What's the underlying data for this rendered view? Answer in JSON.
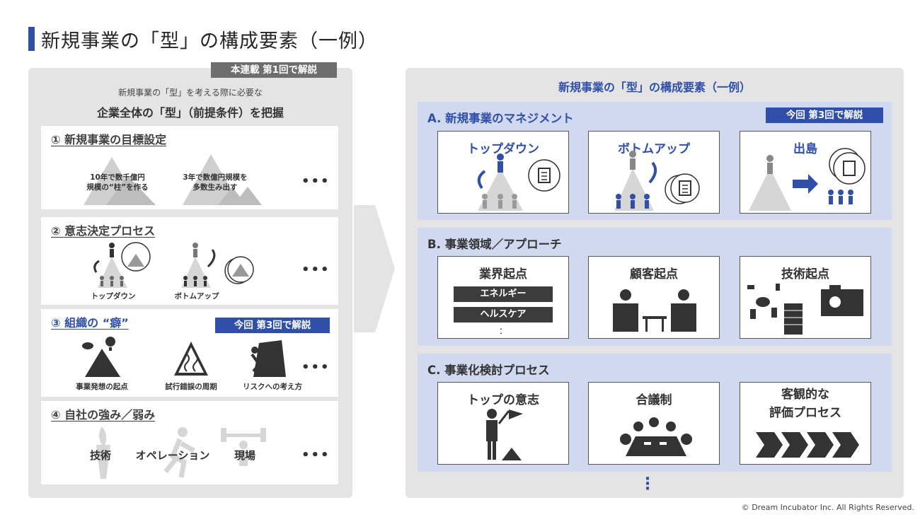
{
  "page": {
    "title": "新規事業の「型」の構成要素（一例）",
    "copyright": "© Dream Incubator Inc. All Rights Reserved."
  },
  "left": {
    "series_tag": "本連載 第1回で解説",
    "subtitle": "新規事業の「型」を考える際に必要な",
    "heading": "企業全体の「型」（前提条件）を把握",
    "boxes": [
      {
        "title": "① 新規事業の目標設定",
        "items": [
          "10年で数千億円\n規模の“柱”を作る",
          "3年で数億円規模を\n多数生み出す"
        ],
        "more": "•••"
      },
      {
        "title": "② 意志決定プロセス",
        "items": [
          "トップダウン",
          "ボトムアップ"
        ],
        "more": "•••"
      },
      {
        "title": "③ 組織の “癖”",
        "tag": "今回 第3回で解説",
        "items": [
          "事業発想の起点",
          "試行錯誤の周期",
          "リスクへの考え方"
        ],
        "more": "•••"
      },
      {
        "title": "④ 自社の強み／弱み",
        "items": [
          "技術",
          "オペレーション",
          "現場"
        ],
        "more": "•••"
      }
    ]
  },
  "right": {
    "heading": "新規事業の「型」の構成要素（一例）",
    "sections": [
      {
        "title": "A. 新規事業のマネジメント",
        "tag": "今回 第3回で解説",
        "cards": [
          "トップダウン",
          "ボトムアップ",
          "出島"
        ]
      },
      {
        "title": "B. 事業領域／アプローチ",
        "cards": [
          "業界起点",
          "顧客起点",
          "技術起点"
        ],
        "industry_bars": [
          "エネルギー",
          "ヘルスケア"
        ],
        "industry_more": "："
      },
      {
        "title": "C. 事業化検討プロセス",
        "cards": [
          "トップの意志",
          "合議制",
          "客観的な\n評価プロセス"
        ]
      }
    ],
    "more": "⋮"
  },
  "colors": {
    "accent": "#2f4fa8",
    "panel": "#e4e4e4",
    "section": "#d0d9ef",
    "dark": "#3c3c3c"
  }
}
